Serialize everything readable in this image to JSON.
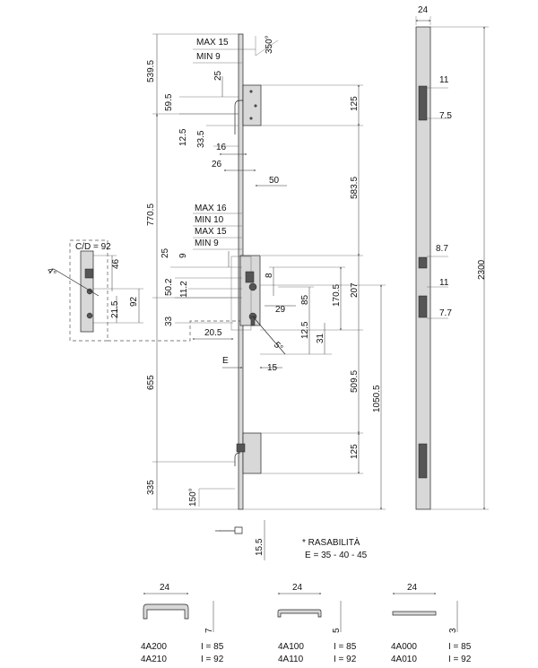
{
  "dims": {
    "max15": "MAX 15",
    "min9": "MIN 9",
    "ang350": "350°",
    "d539_5": "539.5",
    "d25a": "25",
    "d59_5": "59.5",
    "d125a": "125",
    "d12_5a": "12.5",
    "d33_5": "33.5",
    "d16": "16",
    "d26": "26",
    "d50": "50",
    "d583_5": "583.5",
    "d770_5": "770.5",
    "max16": "MAX 16",
    "min10": "MIN 10",
    "max15b": "MAX 15",
    "min9b": "MIN 9",
    "d25b": "25",
    "d9": "9",
    "d50_2": "50.2",
    "d11_2": "11.2",
    "d8": "8",
    "d207": "207",
    "d170_5": "170.5",
    "d85": "85",
    "d29": "29",
    "d33": "33",
    "d20_5": "20.5",
    "d12_5b": "12.5",
    "d31": "31",
    "ang5": "5°",
    "E": "E",
    "d15": "15",
    "d509_5": "509.5",
    "d1050_5": "1050.5",
    "d655": "655",
    "d125b": "125",
    "d335": "335",
    "ang150": "150°",
    "d15_5": "15.5",
    "note1": "* RASABILITÀ",
    "note2": "E = 35 - 40 - 45",
    "cd92": "C/D = 92",
    "d46": "46",
    "d21_5": "21.5",
    "d92": "92",
    "ang4": "4°",
    "front24": "24",
    "d11a": "11",
    "d7_5": "7.5",
    "d8_7": "8.7",
    "d11b": "11",
    "d7_7": "7.7",
    "d2300": "2300"
  },
  "profiles": [
    {
      "width": "24",
      "thk": "7",
      "codes": [
        "4A200",
        "4A210"
      ],
      "vals": [
        "I = 85",
        "I = 92"
      ]
    },
    {
      "width": "24",
      "thk": "5",
      "codes": [
        "4A100",
        "4A110"
      ],
      "vals": [
        "I = 85",
        "I = 92"
      ]
    },
    {
      "width": "24",
      "thk": "3",
      "codes": [
        "4A000",
        "4A010"
      ],
      "vals": [
        "I = 85",
        "I = 92"
      ]
    }
  ]
}
